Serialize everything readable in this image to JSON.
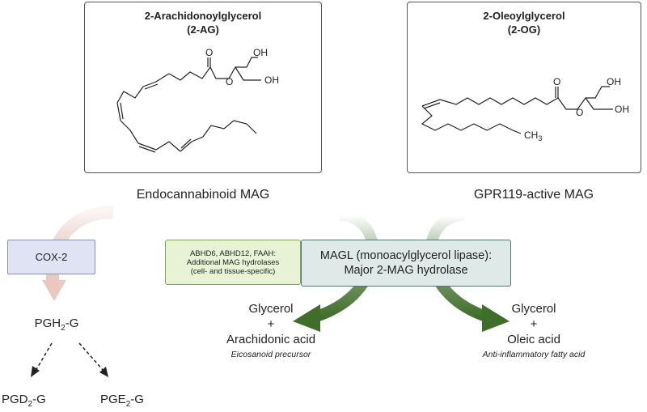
{
  "cards": {
    "ag": {
      "title_line1": "2-Arachidonoylglycerol",
      "title_line2": "(2-AG)",
      "label": "Endocannabinoid MAG",
      "atoms": {
        "o_ester": "O",
        "o_ether": "O",
        "oh1": "OH",
        "oh2": "OH"
      }
    },
    "og": {
      "title_line1": "2-Oleoylglycerol",
      "title_line2": "(2-OG)",
      "label": "GPR119-active MAG",
      "atoms": {
        "o_ester": "O",
        "o_ether": "O",
        "oh1": "OH",
        "oh2": "OH",
        "ch3": "CH",
        "ch3_sub": "3"
      }
    }
  },
  "cox": {
    "label": "COX-2"
  },
  "pgh": {
    "main": "PGH",
    "sub": "2",
    "suffix": "-G"
  },
  "pgd": {
    "main": "PGD",
    "sub": "2",
    "suffix": "-G"
  },
  "pge": {
    "main": "PGE",
    "sub": "2",
    "suffix": "-G"
  },
  "abhd": {
    "line1": "ABHD6, ABHD12, FAAH:",
    "line2": "Additional MAG hydrolases",
    "line3": "(cell- and tissue-specific)"
  },
  "magl": {
    "line1": "MAGL (monoacylglycerol lipase):",
    "line2": "Major 2-MAG hydrolase"
  },
  "left_products": {
    "line1": "Glycerol",
    "plus": "+",
    "line2": "Arachidonic acid",
    "note": "Eicosanoid precursor"
  },
  "right_products": {
    "line1": "Glycerol",
    "plus": "+",
    "line2": "Oleic acid",
    "note": "Anti-inflammatory fatty acid"
  },
  "colors": {
    "arrow_green": "#3f6e2a",
    "cox_arrow": "#e9c9bf",
    "magl_border": "#4f7773"
  }
}
